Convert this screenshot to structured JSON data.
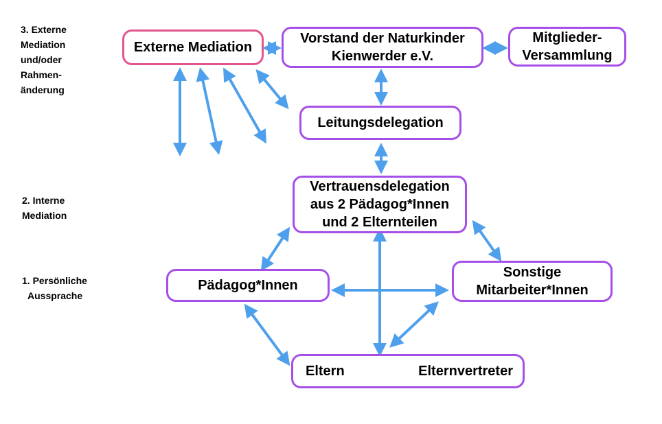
{
  "colors": {
    "arrow": "#4ea0ec",
    "box_border": "#a64fe8",
    "box_border_external": "#e3558f"
  },
  "levels": {
    "level3": [
      "3. Externe",
      "Mediation",
      "und/oder",
      "Rahmen-",
      "änderung"
    ],
    "level2": [
      "2. Interne",
      "Mediation"
    ],
    "level1": [
      "1. Persönliche",
      "Aussprache"
    ]
  },
  "nodes": {
    "externe_mediation": "Externe Mediation",
    "vorstand": [
      "Vorstand der Naturkinder",
      "Kienwerder e.V."
    ],
    "mitgliederversammlung": [
      "Mitglieder-",
      "Versammlung"
    ],
    "leitungsdelegation": "Leitungsdelegation",
    "vertrauensdelegation": [
      "Vertrauensdelegation",
      "aus 2 Pädagog*Innen",
      "und 2 Elternteilen"
    ],
    "paedagoginnen": "Pädagog*Innen",
    "sonstige_mitarbeiter": [
      "Sonstige",
      "Mitarbeiter*Innen"
    ],
    "eltern": "Eltern",
    "elternvertreter": "Elternvertreter"
  }
}
